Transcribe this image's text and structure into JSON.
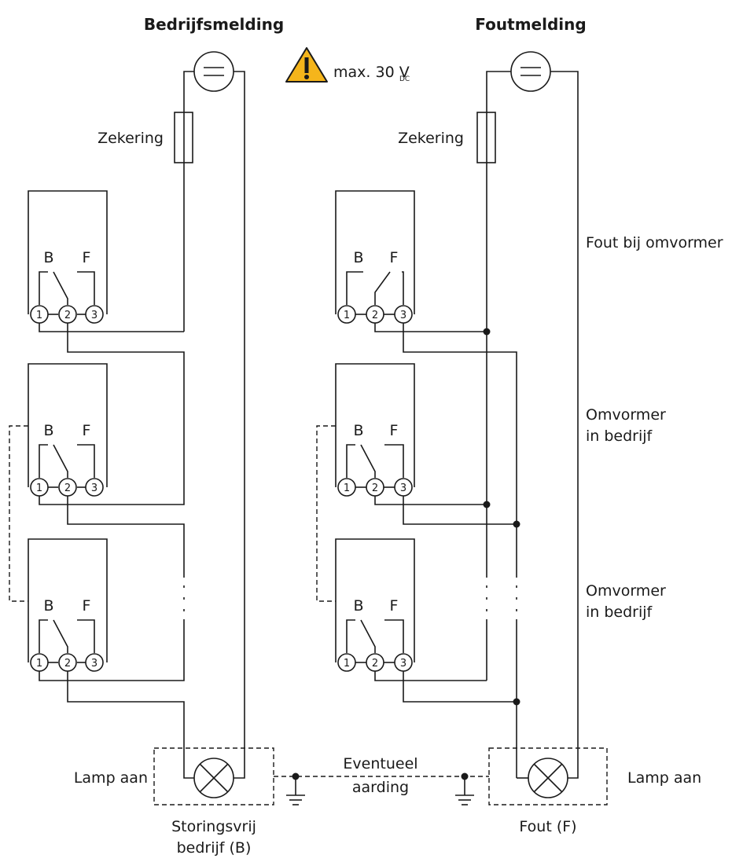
{
  "titles": {
    "left": "Bedrijfsmelding",
    "right": "Foutmelding"
  },
  "warning": {
    "text": "max. 30 V",
    "subscript": "DC"
  },
  "fuse_label": "Zekering",
  "relay": {
    "label_b": "B",
    "label_f": "F",
    "pins": [
      "1",
      "2",
      "3"
    ]
  },
  "side_labels": {
    "fault": "Fout bij omvormer",
    "in_operation_line1": "Omvormer",
    "in_operation_line2": "in bedrijf"
  },
  "lamp_on": "Lamp aan",
  "grounding": {
    "line1": "Eventueel",
    "line2": "aarding"
  },
  "lamp_captions": {
    "left_line1": "Storingsvrij",
    "left_line2": "bedrijf (B)",
    "right": "Fout (F)"
  },
  "colors": {
    "line": "#1a1a1a",
    "warning_fill": "#f5b51b"
  }
}
